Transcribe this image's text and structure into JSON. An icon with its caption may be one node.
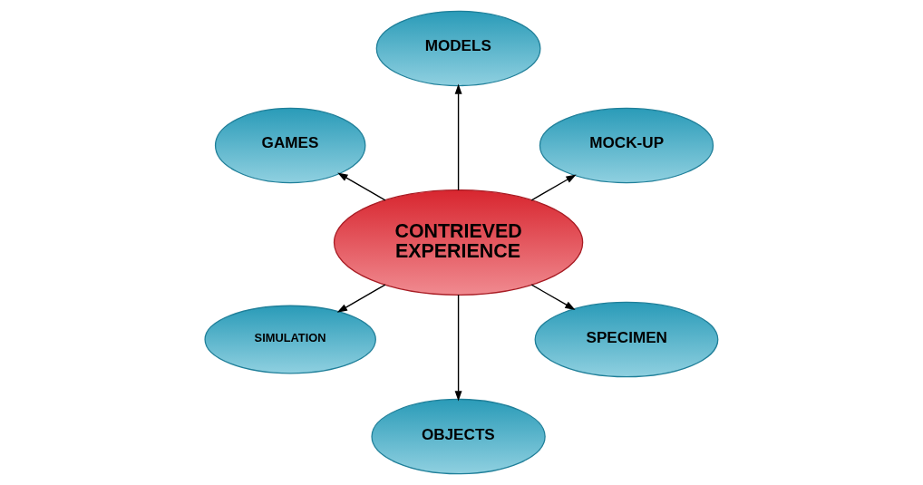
{
  "diagram": {
    "nodes": [
      {
        "text": [
          "GAMES"
        ]
      },
      {
        "text": [
          "MODELS"
        ]
      },
      {
        "text": [
          "MOCK-UP"
        ]
      },
      {
        "text": [
          "CONTRIEVED EXPERIENCE"
        ]
      },
      {
        "text": [
          "SIMULATION"
        ]
      },
      {
        "text": [
          "SPECIMEN"
        ]
      },
      {
        "text": [
          "OBJECTS"
        ]
      }
    ],
    "edges": [
      {
        "from": 3,
        "to": 0,
        "arrow": "to"
      },
      {
        "from": 3,
        "to": 1,
        "arrow": "to"
      },
      {
        "from": 3,
        "to": 2,
        "arrow": "to"
      },
      {
        "from": 3,
        "to": 5,
        "arrow": "to"
      },
      {
        "from": 3,
        "to": 6,
        "arrow": "to"
      },
      {
        "from": 3,
        "to": 4,
        "arrow": "to"
      }
    ]
  }
}
